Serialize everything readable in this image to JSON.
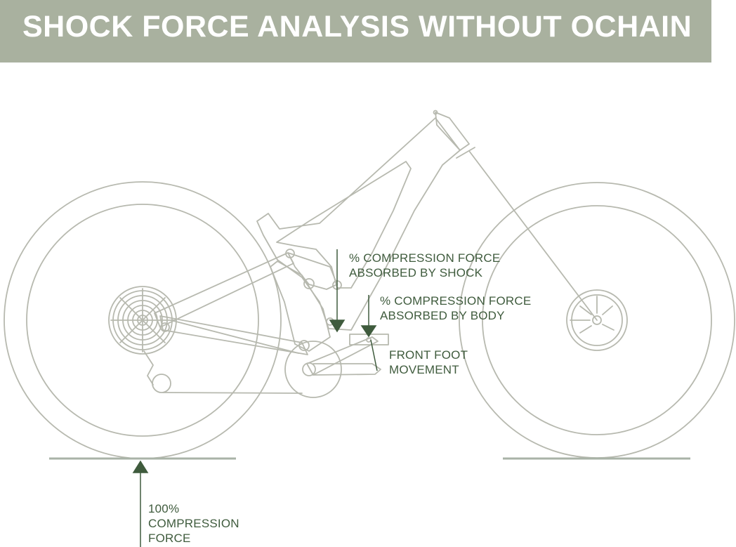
{
  "title": "SHOCK FORCE ANALYSIS WITHOUT OCHAIN",
  "colors": {
    "banner": "#a9b19f",
    "line": "#b7b9af",
    "ground": "#a9b3a7",
    "arrow": "#3f5b3d",
    "text": "#3f5b3d"
  },
  "labels": {
    "shock": [
      "% COMPRESSION FORCE",
      "ABSORBED BY SHOCK"
    ],
    "body": [
      "% COMPRESSION FORCE",
      "ABSORBED BY BODY"
    ],
    "foot": [
      "FRONT FOOT",
      "MOVEMENT"
    ],
    "compression": [
      "100%",
      "COMPRESSION",
      "FORCE"
    ]
  }
}
